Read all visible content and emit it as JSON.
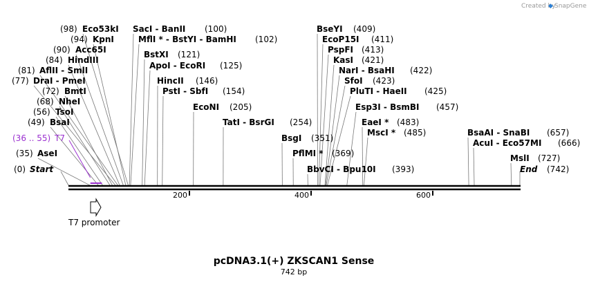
{
  "branding": {
    "text": "Created by",
    "brand": "SnapGene"
  },
  "map": {
    "title": "pcDNA3.1(+) ZKSCAN1 Sense",
    "length_label": "742 bp",
    "length": 742,
    "ticks": [
      "200",
      "400",
      "600"
    ],
    "tick_values": [
      200,
      400,
      600
    ],
    "start_label": "Start",
    "start_pos": "(0)",
    "end_label": "End",
    "end_pos": "(742)",
    "sites": [
      {
        "id": "asei",
        "name": "AseI",
        "pos": "(35)",
        "bp": 35
      },
      {
        "id": "bsai",
        "name": "BsaI",
        "pos": "(49)",
        "bp": 49
      },
      {
        "id": "tsoi",
        "name": "TsoI",
        "pos": "(56)",
        "bp": 56
      },
      {
        "id": "nhei",
        "name": "NheI",
        "pos": "(68)",
        "bp": 68
      },
      {
        "id": "bmti",
        "name": "BmtI",
        "pos": "(72)",
        "bp": 72
      },
      {
        "id": "drai",
        "name": "DraI  -  PmeI",
        "pos": "(77)",
        "bp": 77
      },
      {
        "id": "aflii",
        "name": "AflII  -  SmlI",
        "pos": "(81)",
        "bp": 81
      },
      {
        "id": "hindiii",
        "name": "HindIII",
        "pos": "(84)",
        "bp": 84
      },
      {
        "id": "acc65i",
        "name": "Acc65I",
        "pos": "(90)",
        "bp": 90
      },
      {
        "id": "kpni",
        "name": "KpnI",
        "pos": "(94)",
        "bp": 94
      },
      {
        "id": "eco53ki",
        "name": "Eco53kI",
        "pos": "(98)",
        "bp": 98
      },
      {
        "id": "saci",
        "name": "SacI  -  BanII",
        "pos": "(100)",
        "bp": 100
      },
      {
        "id": "mfli",
        "name": "MflI *  -  BstYI  -  BamHI",
        "pos": "(102)",
        "bp": 102
      },
      {
        "id": "bstxi",
        "name": "BstXI",
        "pos": "(121)",
        "bp": 121
      },
      {
        "id": "apoi",
        "name": "ApoI  -  EcoRI",
        "pos": "(125)",
        "bp": 125
      },
      {
        "id": "hincii",
        "name": "HincII",
        "pos": "(146)",
        "bp": 146
      },
      {
        "id": "psti",
        "name": "PstI  -  SbfI",
        "pos": "(154)",
        "bp": 154
      },
      {
        "id": "econi",
        "name": "EcoNI",
        "pos": "(205)",
        "bp": 205
      },
      {
        "id": "tati",
        "name": "TatI  -  BsrGI",
        "pos": "(254)",
        "bp": 254
      },
      {
        "id": "bsgi",
        "name": "BsgI",
        "pos": "(351)",
        "bp": 351
      },
      {
        "id": "pflmi",
        "name": "PflMI *",
        "pos": "(369)",
        "bp": 369
      },
      {
        "id": "bbvci",
        "name": "BbvCI  -  Bpu10I",
        "pos": "(393)",
        "bp": 393
      },
      {
        "id": "bseyi",
        "name": "BseYI",
        "pos": "(409)",
        "bp": 409
      },
      {
        "id": "ecop15i",
        "name": "EcoP15I",
        "pos": "(411)",
        "bp": 411
      },
      {
        "id": "pspfi",
        "name": "PspFI",
        "pos": "(413)",
        "bp": 413
      },
      {
        "id": "kasi",
        "name": "KasI",
        "pos": "(421)",
        "bp": 421
      },
      {
        "id": "nari",
        "name": "NarI  -  BsaHI",
        "pos": "(422)",
        "bp": 422
      },
      {
        "id": "sfoi",
        "name": "SfoI",
        "pos": "(423)",
        "bp": 423
      },
      {
        "id": "pluti",
        "name": "PluTI  -  HaeII",
        "pos": "(425)",
        "bp": 425
      },
      {
        "id": "esp3i",
        "name": "Esp3I  -  BsmBI",
        "pos": "(457)",
        "bp": 457
      },
      {
        "id": "eaei",
        "name": "EaeI *",
        "pos": "(483)",
        "bp": 483
      },
      {
        "id": "msci",
        "name": "MscI *",
        "pos": "(485)",
        "bp": 485
      },
      {
        "id": "bsaai",
        "name": "BsaAI  -  SnaBI",
        "pos": "(657)",
        "bp": 657
      },
      {
        "id": "acui",
        "name": "AcuI  -  Eco57MI",
        "pos": "(666)",
        "bp": 666
      },
      {
        "id": "msli",
        "name": "MslI",
        "pos": "(727)",
        "bp": 727
      }
    ],
    "primer": {
      "name": "T7",
      "range": "(36 .. 55)",
      "color": "#9b30d0",
      "from": 36,
      "to": 55
    },
    "feature": {
      "name": "T7 promoter"
    }
  }
}
